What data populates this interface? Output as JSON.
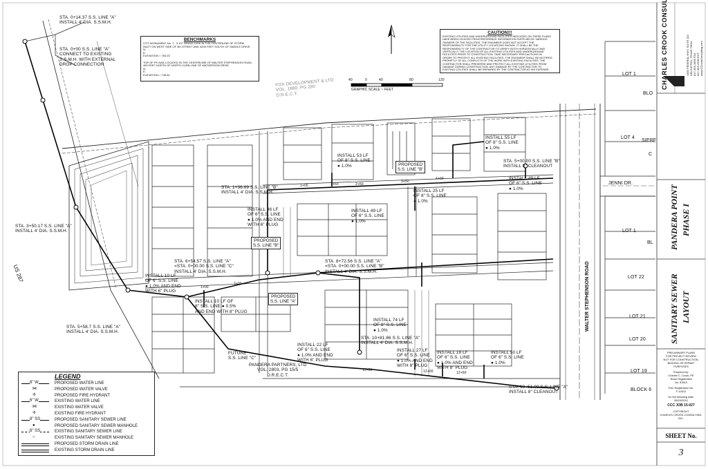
{
  "firm": {
    "name": "CHARLES CROOK CONSULTING, INC.",
    "info_lines": [
      "1450 FEDERAL HWY. SUITE 110",
      "ARLINGTON, TEXAS 76011",
      "817-459-1850 FAX",
      "817-453-2930 EXT.",
      "www.CCrookConsulting.com"
    ]
  },
  "project": {
    "title_line1": "PANDERA POINT",
    "title_line2": "PHASE I"
  },
  "sheet": {
    "title_line1": "SANITARY SEWER",
    "title_line2": "LAYOUT",
    "label": "SHEET No.",
    "number": "3"
  },
  "preliminary": [
    "PRELIMINARY PLANS",
    "FOR PROJECT REVIEW",
    "NOT FOR CONSTRUCTION,",
    "BIDDING OR PERMIT",
    "PURPOSES"
  ],
  "prepared": [
    "Prepared by:",
    "Charles C. Crook, PE",
    "Texas Registration",
    "No. 83515"
  ],
  "firm_reg": [
    "Firm Registration No.",
    "F-10012"
  ],
  "date_block": [
    "On the following date:",
    "06/24/2015"
  ],
  "job": "CCC JOB 15-027",
  "copyright": [
    "COPYRIGHT",
    "CHARLES CROOK CONSULTING, INC."
  ],
  "benchmarks": {
    "title": "BENCHMARKS",
    "lines": [
      "CITY MONUMENT No. 7 - 3 1/2\" BRASS DISK IN THE CENTERLINE OF STORM",
      "INLET ON WEST SIDE OF 4th STREET AND 4200 FEET SOUTH OF SADDLE DRIVE.",
      "N:",
      "E:",
      "ELEVATION = 784.23",
      "",
      "TOP OF PK NAIL LOCATED IN THE CENTERLINE OF WALTER STEPHENSON ROAD,",
      "450 FEET NORTH OF NORTH CURB LINE OF MATHERSON DRIVE.",
      "N:",
      "E:",
      "ELEVATION = 746.62"
    ]
  },
  "caution": {
    "title": "CAUTION!!!",
    "lines": [
      "EXISTING UTILITIES AND UNDERGROUND FACILITIES INDICATED ON THESE PLANS",
      "HAVE BEEN LOCATED FROM REFERENCE INFORMATION SUPPLIED BY VARIOUS",
      "OWNERS OF THE FACILITIES. THE ENGINEER DOES NOT ACCEPT THE",
      "RESPONSIBILITY FOR THE UTILITY LOCATIONS SHOWN. IT SHALL BE THE",
      "RESPONSIBILITY OF THE CONTRACTOR TO VERIFY BOTH HORIZONTALLY AND",
      "VERTICALLY THE LOCATION OF ALL EXISTING UTILITIES AND UNDERGROUND",
      "FACILITIES PRIOR TO CONSTRUCTION. TAKE NECESSARY PRECAUTIONS IN",
      "ORDER TO PROTECT ALL EXISTING FACILITIES. THE ENGINEER SHALL BE NOTIFIED",
      "PROMPTLY OF ALL CONFLICTS OF THE WORK WITH EXISTING FACILITIES. THE",
      "CONTRACTOR SHALL PRESERVE AND PROTECT ALL EXISTING UTILITIES FROM",
      "DAMAGE DURING CONSTRUCTION. ANY DAMAGE BY THE CONTRACTOR TO",
      "EXISTING UTILITIES SHALL BE REPAIRED BY THE CONTRACTOR AT HIS EXPENSE."
    ]
  },
  "scale": {
    "ticks": [
      "40",
      "0",
      "40",
      "80",
      "120"
    ],
    "caption": "GRAPHIC SCALE ~ FEET"
  },
  "legend": {
    "title": "LEGEND",
    "items": [
      {
        "symbol": "8\" W",
        "text": "PROPOSED WATER LINE",
        "style": "solid-thick"
      },
      {
        "symbol": "⋈",
        "text": "PROPOSED WATER VALVE",
        "style": "sym"
      },
      {
        "symbol": "✢",
        "text": "PROPOSED FIRE HYDRANT",
        "style": "sym"
      },
      {
        "symbol": "6\" W",
        "text": "EXISTING WATER LINE",
        "style": "solid-thin"
      },
      {
        "symbol": "⋈",
        "text": "EXISTING WATER VALVE",
        "style": "sym"
      },
      {
        "symbol": "✢",
        "text": "EXISTING FIRE HYDRANT",
        "style": "sym"
      },
      {
        "symbol": "8\" SS",
        "text": "PROPOSED SANITARY SEWER LINE",
        "style": "solid-thick"
      },
      {
        "symbol": "●",
        "text": "PROPOSED SANITARY SEWER MANHOLE",
        "style": "sym"
      },
      {
        "symbol": "6\" SS",
        "text": "EXISTING SANITARY SEWER LINE",
        "style": "dashed"
      },
      {
        "symbol": "○",
        "text": "EXISTING SANITARY SEWER MANHOLE",
        "style": "sym"
      },
      {
        "symbol": "",
        "text": "PROPOSED STORM DRAIN LINE",
        "style": "double"
      },
      {
        "symbol": "",
        "text": "EXISTING STORM DRAIN LINE",
        "style": "double-thin"
      }
    ]
  },
  "streets": {
    "walter": "WALTER STEPHENSON ROAD",
    "jenni": "JENNI DR.",
    "us287": "US 287"
  },
  "lots": [
    "LOT 1",
    "BLO",
    "LOT 4",
    "SIERF",
    "C",
    "LOT 1",
    "BL",
    "LOT 22",
    "LOT 21",
    "LOT 20",
    "LOT 19",
    "BLOCK 6"
  ],
  "annotations": [
    "STA. 0+14.37 S.S. LINE \"A\"\nINSTALL 4' DIA. S.S.M.H.",
    "STA. 0+00 S.S. LINE \"A\"\nCONNECT TO EXISTING\nS.S.M.H. WITH EXTERNAL\nDROP CONNECTION",
    "STA. 3+50.17 S.S. LINE \"A\"\nINSTALL 4' DIA. S.S.M.H.",
    "STA. 1+36.69 S.S. LINE \"B\"\nINSTALL 4' DIA. S.S.M.H.",
    "INSTALL 53 LF\nOF 8\" S.S. LINE\n● 1.0%",
    "INSTALL 55 LF\nOF 8\" S.S. LINE\n● 1.0%",
    "STA. 5+00.00 S.S. LINE \"B\"\nINSTALL 8\" CLEANOUT",
    "INSTALL 49 LF\nOF 8\" S.S. LINE\n● 1.0%",
    "INSTALL 25 LF\nOF 8\" S.S. LINE\n● 1.0%",
    "INSTALL 36 LF\nOF 6\" S.S. LINE\n● 1.0% AND END\nWITH 6\" PLUG",
    "INSTALL 49 LF\nOF 6\" S.S. LINE\n● 1.0%",
    "STA. 6+54.57 S.S. LINE \"A\"\n=STA. 0+00.00 S.S. LINE \"C\"\nINSTALL 4' DIA. S.S.M.H.",
    "STA. 8+72.56 S.S. LINE \"A\"\n=STA. 0+00.00 S.S. LINE \"B\"\nINSTALL 4' DIA. S.S.M.H.",
    "INSTALL 10 LF\nOF 6\" S.S. LINE\n● 1.0% AND END\nWITH 6\" PLUG",
    "INSTALL 10 LF OF\n8\" S.S. LINE ● 0.5%\nAND END WITH 8\" PLUG",
    "STA. 5+58.7 S.S. LINE \"A\"\nINSTALL 4' DIA. S.S.M.H.",
    "INSTALL 74 LF\nOF 8\" S.S. LINE\n● 1.0%",
    "STA. 10+81.86 S.S. LINE \"A\"\nINSTALL 4' DIA. S.S.M.H.",
    "INSTALL 22 LF\nOF 6\" S.S. LINE\n● 1.0% AND END\nWITH 6\" PLUG",
    "INSTALL 27 LF\nOF 6\" S.S. LINE\n● 1.0% AND END\nWITH 8\" PLUG",
    "INSTALL 18 LF\nOF 6\" S.S. LINE\n● 1.0% AND END\nWITH 8\" PLUG",
    "INSTALL 50 LF\nOF 6\" S.S. LINE\n● 1.0%",
    "STA. 13+51.00 S.S. LINE \"A\"\nINSTALL 8\" CLEANOUT",
    "FUTURE\nS.S. LINE \"C\"",
    "PANDERA PARTNERS, LTD\nVOL. 2803, PG 15/5\nD.R.E.C.T.",
    "FOX DEVELOPMENT & LTD\nVOL. 1880, PG 280\nD.R.E.C.T."
  ],
  "proposed_labels": [
    "PROPOSED\nS.S. LINE \"B\"",
    "PROPOSED\nS.S. LINE \"B\"",
    "PROPOSED\nS.S. LINE \"A\""
  ],
  "stations": [
    "3+50",
    "4+00",
    "1+00",
    "1+50",
    "2+50",
    "11+00",
    "12+00",
    "12+50",
    "1+00",
    "2+00"
  ]
}
